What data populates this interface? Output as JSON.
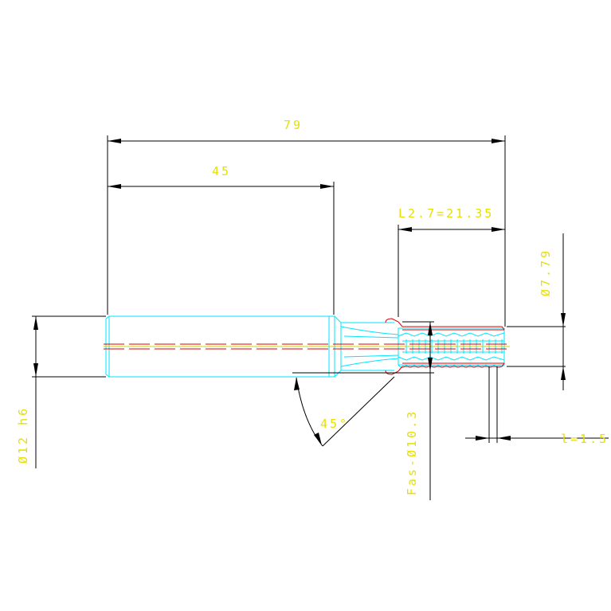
{
  "dimensions": {
    "overall_length": "79",
    "shank_length": "45",
    "thread_length": "L2.7=21.35",
    "core_diameter": "Ø7.79",
    "shank_diameter": "Ø12 h6",
    "chamfer_angle": "45°",
    "chamfer_diameter": "Fas-Ø10.3",
    "lead": "l=1.5"
  },
  "colors": {
    "outline": "#00e5ff",
    "thread": "#e00000",
    "centerline": "#d8d000",
    "dimension_line": "#000000",
    "dimension_text": "#e6e000",
    "background": "#ffffff"
  }
}
